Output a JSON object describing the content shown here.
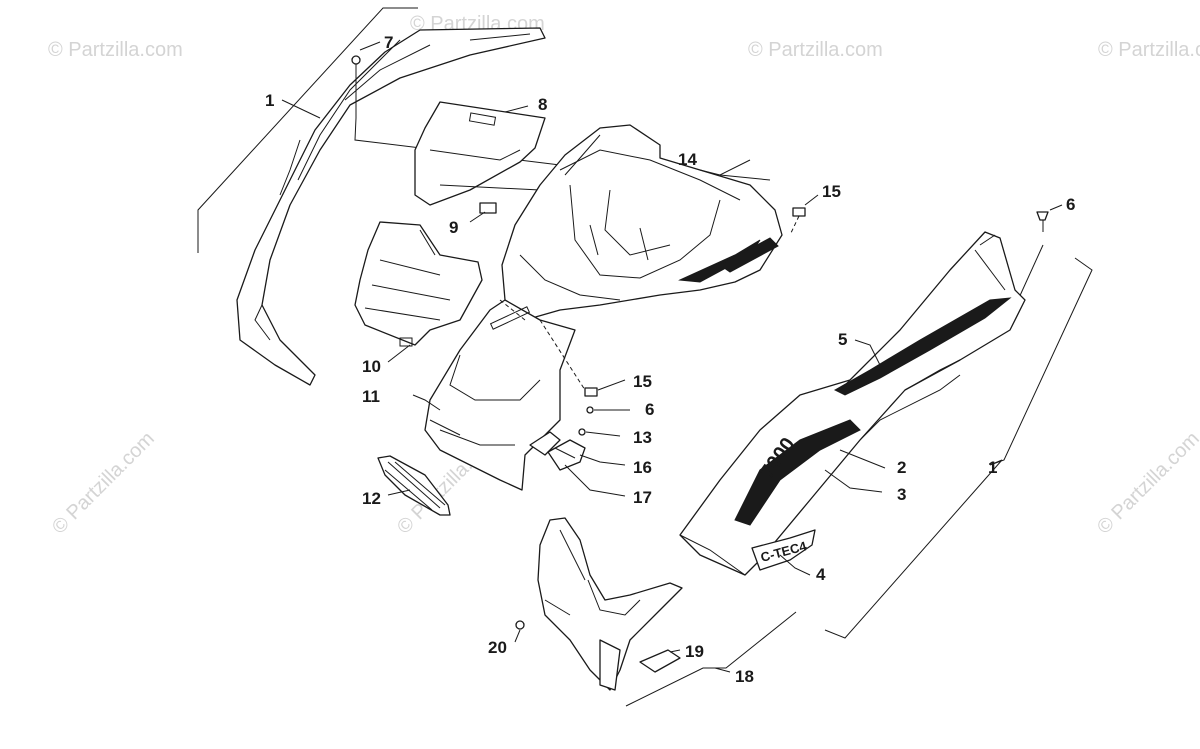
{
  "watermark": {
    "text": "© Partzilla.com",
    "color": "#d4d4d4"
  },
  "decals": {
    "model_text": "7000",
    "tech_text": "C-TEC4"
  },
  "callouts": {
    "c1_left": "1",
    "c7": "7",
    "c8": "8",
    "c9": "9",
    "c10": "10",
    "c11": "11",
    "c12": "12",
    "c14": "14",
    "c15_top": "15",
    "c6_top": "6",
    "c5": "5",
    "c15_mid": "15",
    "c6_mid": "6",
    "c13": "13",
    "c16": "16",
    "c17": "17",
    "c2": "2",
    "c3": "3",
    "c1_right": "1",
    "c4": "4",
    "c20": "20",
    "c19": "19",
    "c18": "18"
  },
  "colors": {
    "line": "#1a1a1a",
    "background": "#ffffff"
  }
}
